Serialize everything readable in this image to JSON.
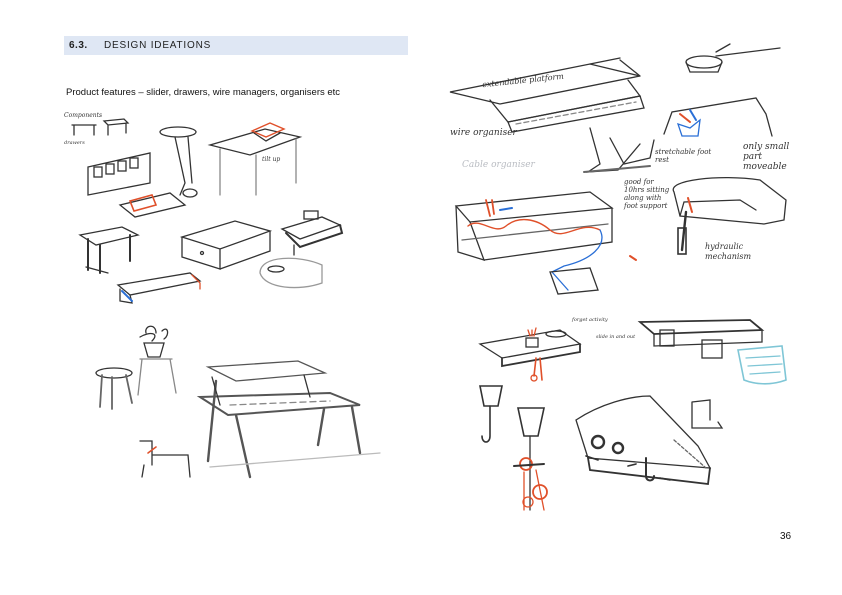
{
  "section": {
    "number": "6.3.",
    "title": "DESIGN IDEATIONS"
  },
  "subtitle": "Product features – slider, drawers, wire managers, organisers etc",
  "page_number": "36",
  "annotations": {
    "components": "Components",
    "drawers": "drawers",
    "tilt_up": "tilt up",
    "extendable_platform": "extendable platform",
    "wire_organiser": "wire organiser",
    "cable_organiser": "Cable organiser",
    "stretchable_foot_rest": "stretchable foot rest",
    "good_for_sitting": "good for 10hrs sitting along with foot support",
    "only_small_part_moveable": "only small part moveable",
    "hydraulic_mechanism": "hydraulic mechanism",
    "forget_activity": "forget activity",
    "slide_in_out": "slide in and out"
  },
  "colors": {
    "accent_red": "#e0502a",
    "accent_blue": "#2a6fd6",
    "accent_cyan": "#7fc6d6",
    "ink": "#333333"
  }
}
